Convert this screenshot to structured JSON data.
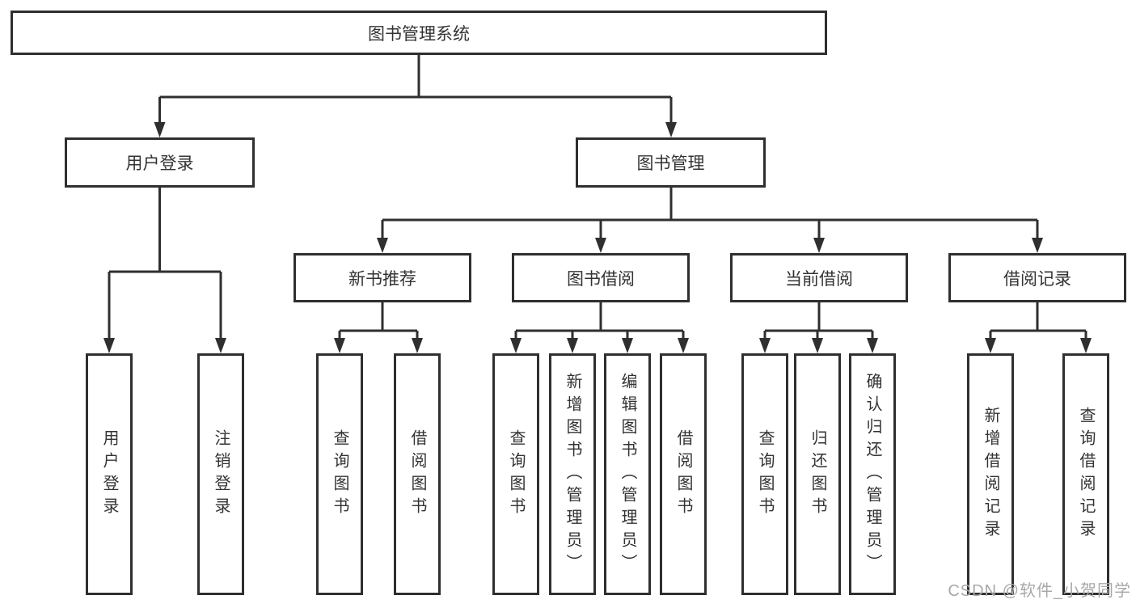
{
  "colors": {
    "line": "#2f2f2f",
    "text": "#333333",
    "background": "#ffffff",
    "watermark": "#a8a8a8"
  },
  "watermark": {
    "text": "CSDN @软件_小贺同学"
  },
  "diagram": {
    "type": "hierarchy-tree",
    "root": {
      "label": "图书管理系统",
      "children": [
        {
          "label": "用户登录",
          "children": [
            {
              "label": "用户登录"
            },
            {
              "label": "注销登录"
            }
          ]
        },
        {
          "label": "图书管理",
          "children": [
            {
              "label": "新书推荐",
              "children": [
                {
                  "label": "查询图书"
                },
                {
                  "label": "借阅图书"
                }
              ]
            },
            {
              "label": "图书借阅",
              "children": [
                {
                  "label": "查询图书"
                },
                {
                  "label": "新增图书（管理员）"
                },
                {
                  "label": "编辑图书（管理员）"
                },
                {
                  "label": "借阅图书"
                }
              ]
            },
            {
              "label": "当前借阅",
              "children": [
                {
                  "label": "查询图书"
                },
                {
                  "label": "归还图书"
                },
                {
                  "label": "确认归还（管理员）"
                }
              ]
            },
            {
              "label": "借阅记录",
              "children": [
                {
                  "label": "新增借阅记录"
                },
                {
                  "label": "查询借阅记录"
                }
              ]
            }
          ]
        }
      ]
    }
  }
}
